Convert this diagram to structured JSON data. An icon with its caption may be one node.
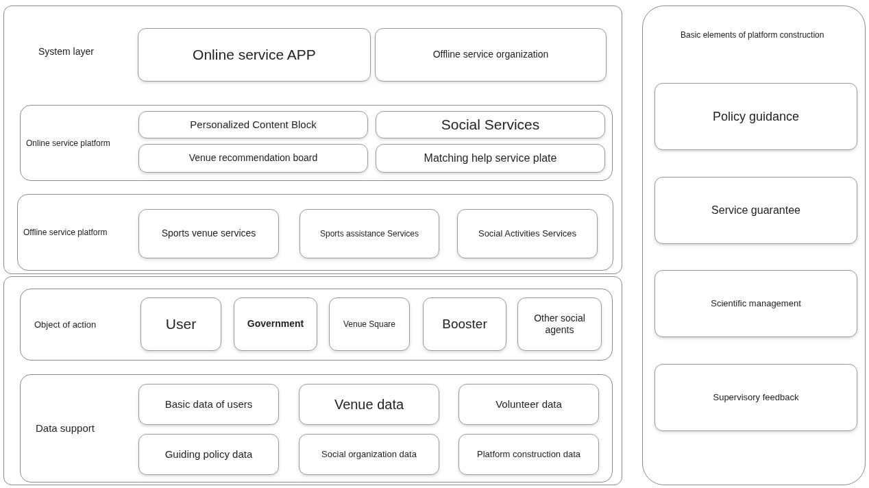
{
  "diagram": {
    "nodes": [
      {
        "text": [
          "System layer"
        ]
      },
      {
        "text": [
          "Online service APP"
        ],
        "in": 0
      },
      {
        "text": [
          "Offline service organization"
        ],
        "in": 0
      },
      {
        "text": [
          "Online service platform"
        ],
        "in": 0
      },
      {
        "text": [
          "Personalized Content Block"
        ],
        "in": 3
      },
      {
        "text": [
          "Social Services"
        ],
        "in": 3
      },
      {
        "text": [
          "Venue recommendation board"
        ],
        "in": 3
      },
      {
        "text": [
          "Matching help service plate"
        ],
        "in": 3
      },
      {
        "text": [
          "Offline service platform"
        ],
        "in": 0
      },
      {
        "text": [
          "Sports venue services"
        ],
        "in": 8
      },
      {
        "text": [
          "Sports assistance Services"
        ],
        "in": 8
      },
      {
        "text": [
          "Social Activities Services"
        ],
        "in": 8
      },
      {
        "text": [],
        "shape": "box"
      },
      {
        "text": [
          "Object of action"
        ],
        "in": 12
      },
      {
        "text": [
          "User"
        ],
        "in": 13
      },
      {
        "text": [
          "Government"
        ],
        "in": 13
      },
      {
        "text": [
          "Venue Square"
        ],
        "in": 13
      },
      {
        "text": [
          "Booster"
        ],
        "in": 13
      },
      {
        "text": [
          "Other social agents"
        ],
        "in": 13
      },
      {
        "text": [
          "Data support"
        ],
        "in": 12
      },
      {
        "text": [
          "Basic data of users"
        ],
        "in": 19
      },
      {
        "text": [
          "Venue data"
        ],
        "in": 19
      },
      {
        "text": [
          "Volunteer data"
        ],
        "in": 19
      },
      {
        "text": [
          "Guiding policy data"
        ],
        "in": 19
      },
      {
        "text": [
          "Social organization data"
        ],
        "in": 19
      },
      {
        "text": [
          "Platform construction data"
        ],
        "in": 19
      },
      {
        "text": [
          "Basic elements of platform construction"
        ]
      },
      {
        "text": [
          "Policy guidance"
        ],
        "in": 26
      },
      {
        "text": [
          "Service guarantee"
        ],
        "in": 26
      },
      {
        "text": [
          "Scientific management"
        ],
        "in": 26
      },
      {
        "text": [
          "Supervisory feedback"
        ],
        "in": 26
      }
    ]
  }
}
